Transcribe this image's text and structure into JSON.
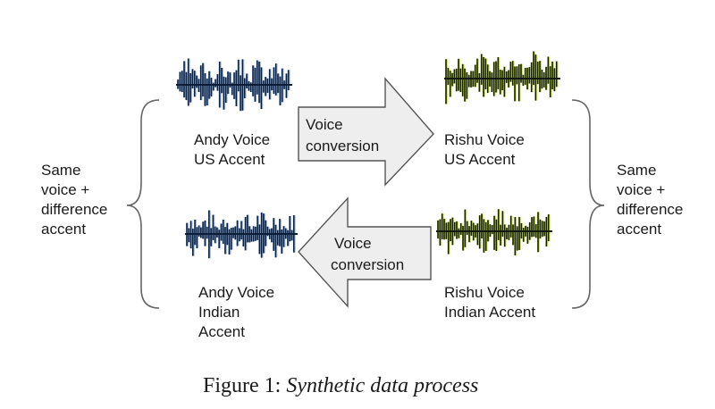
{
  "sides": {
    "left": [
      "Same",
      "voice +",
      "difference",
      "accent"
    ],
    "right": [
      "Same",
      "voice +",
      "difference",
      "accent"
    ]
  },
  "nodes": {
    "andy_us": [
      "Andy Voice",
      "US Accent"
    ],
    "rishu_us": [
      "Rishu Voice",
      "US Accent"
    ],
    "andy_indian": [
      "Andy Voice",
      "Indian",
      "Accent"
    ],
    "rishu_indian": [
      "Rishu Voice",
      "Indian Accent"
    ]
  },
  "arrows": {
    "top": [
      "Voice",
      "conversion"
    ],
    "bottom": [
      "Voice",
      "conversion"
    ]
  },
  "caption": {
    "prefix": "Figure 1:",
    "title": "Synthetic data process"
  },
  "colors": {
    "andy_wave": "#0c1d3a",
    "rishu_wave_top": "#141a0a",
    "rishu_wave_bottom": "#141a0a",
    "rishu_glow": "#d7f03a",
    "andy_glow": "#9ec3f0",
    "arrow_fill": "#eeeeee",
    "arrow_stroke": "#555555",
    "brace": "#666666"
  }
}
